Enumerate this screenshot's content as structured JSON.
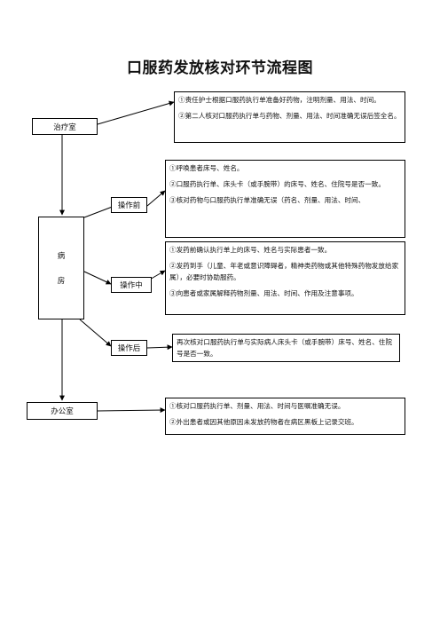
{
  "title": "口服药发放核对环节流程图",
  "nodes": {
    "treatment_room": "治疗室",
    "ward_chars": [
      "病",
      "房"
    ],
    "before_op": "操作前",
    "during_op": "操作中",
    "after_op": "操作后",
    "office": "办公室"
  },
  "boxes": {
    "treatment": [
      "①责任护士根据口服药执行单准备好药物，注明剂量、用法、时间。",
      "②第二人核对口服药执行单与药物、剂量、用法、时间准确无误后签全名。"
    ],
    "before": [
      "①呼唤患者床号、姓名。",
      "②口服药执行单、床头卡（或手腕带）的床号、姓名、住院号是否一致。",
      "③核对药物与口服药执行单准确无误（药名、剂量、用法、时间、"
    ],
    "during": [
      "①发药前确认执行单上的床号、姓名与实际患者一致。",
      "②发药到手（儿童、年老或意识障碍者，精神类药物或其他特殊药物发放给家属），必要时协助服药。",
      "③向患者或家属解释药物剂量、用法、时间、作用及注意事项。"
    ],
    "after": [
      "再次核对口服药执行单与实际病人床头卡（或手腕带）床号、姓名、住院号是否一致。"
    ],
    "office": [
      "①核对口服药执行单、剂量、用法、时间与医嘱准确无误。",
      "②外出患者或因其他原因未发放药物者在病区黑板上记录交班。"
    ]
  }
}
